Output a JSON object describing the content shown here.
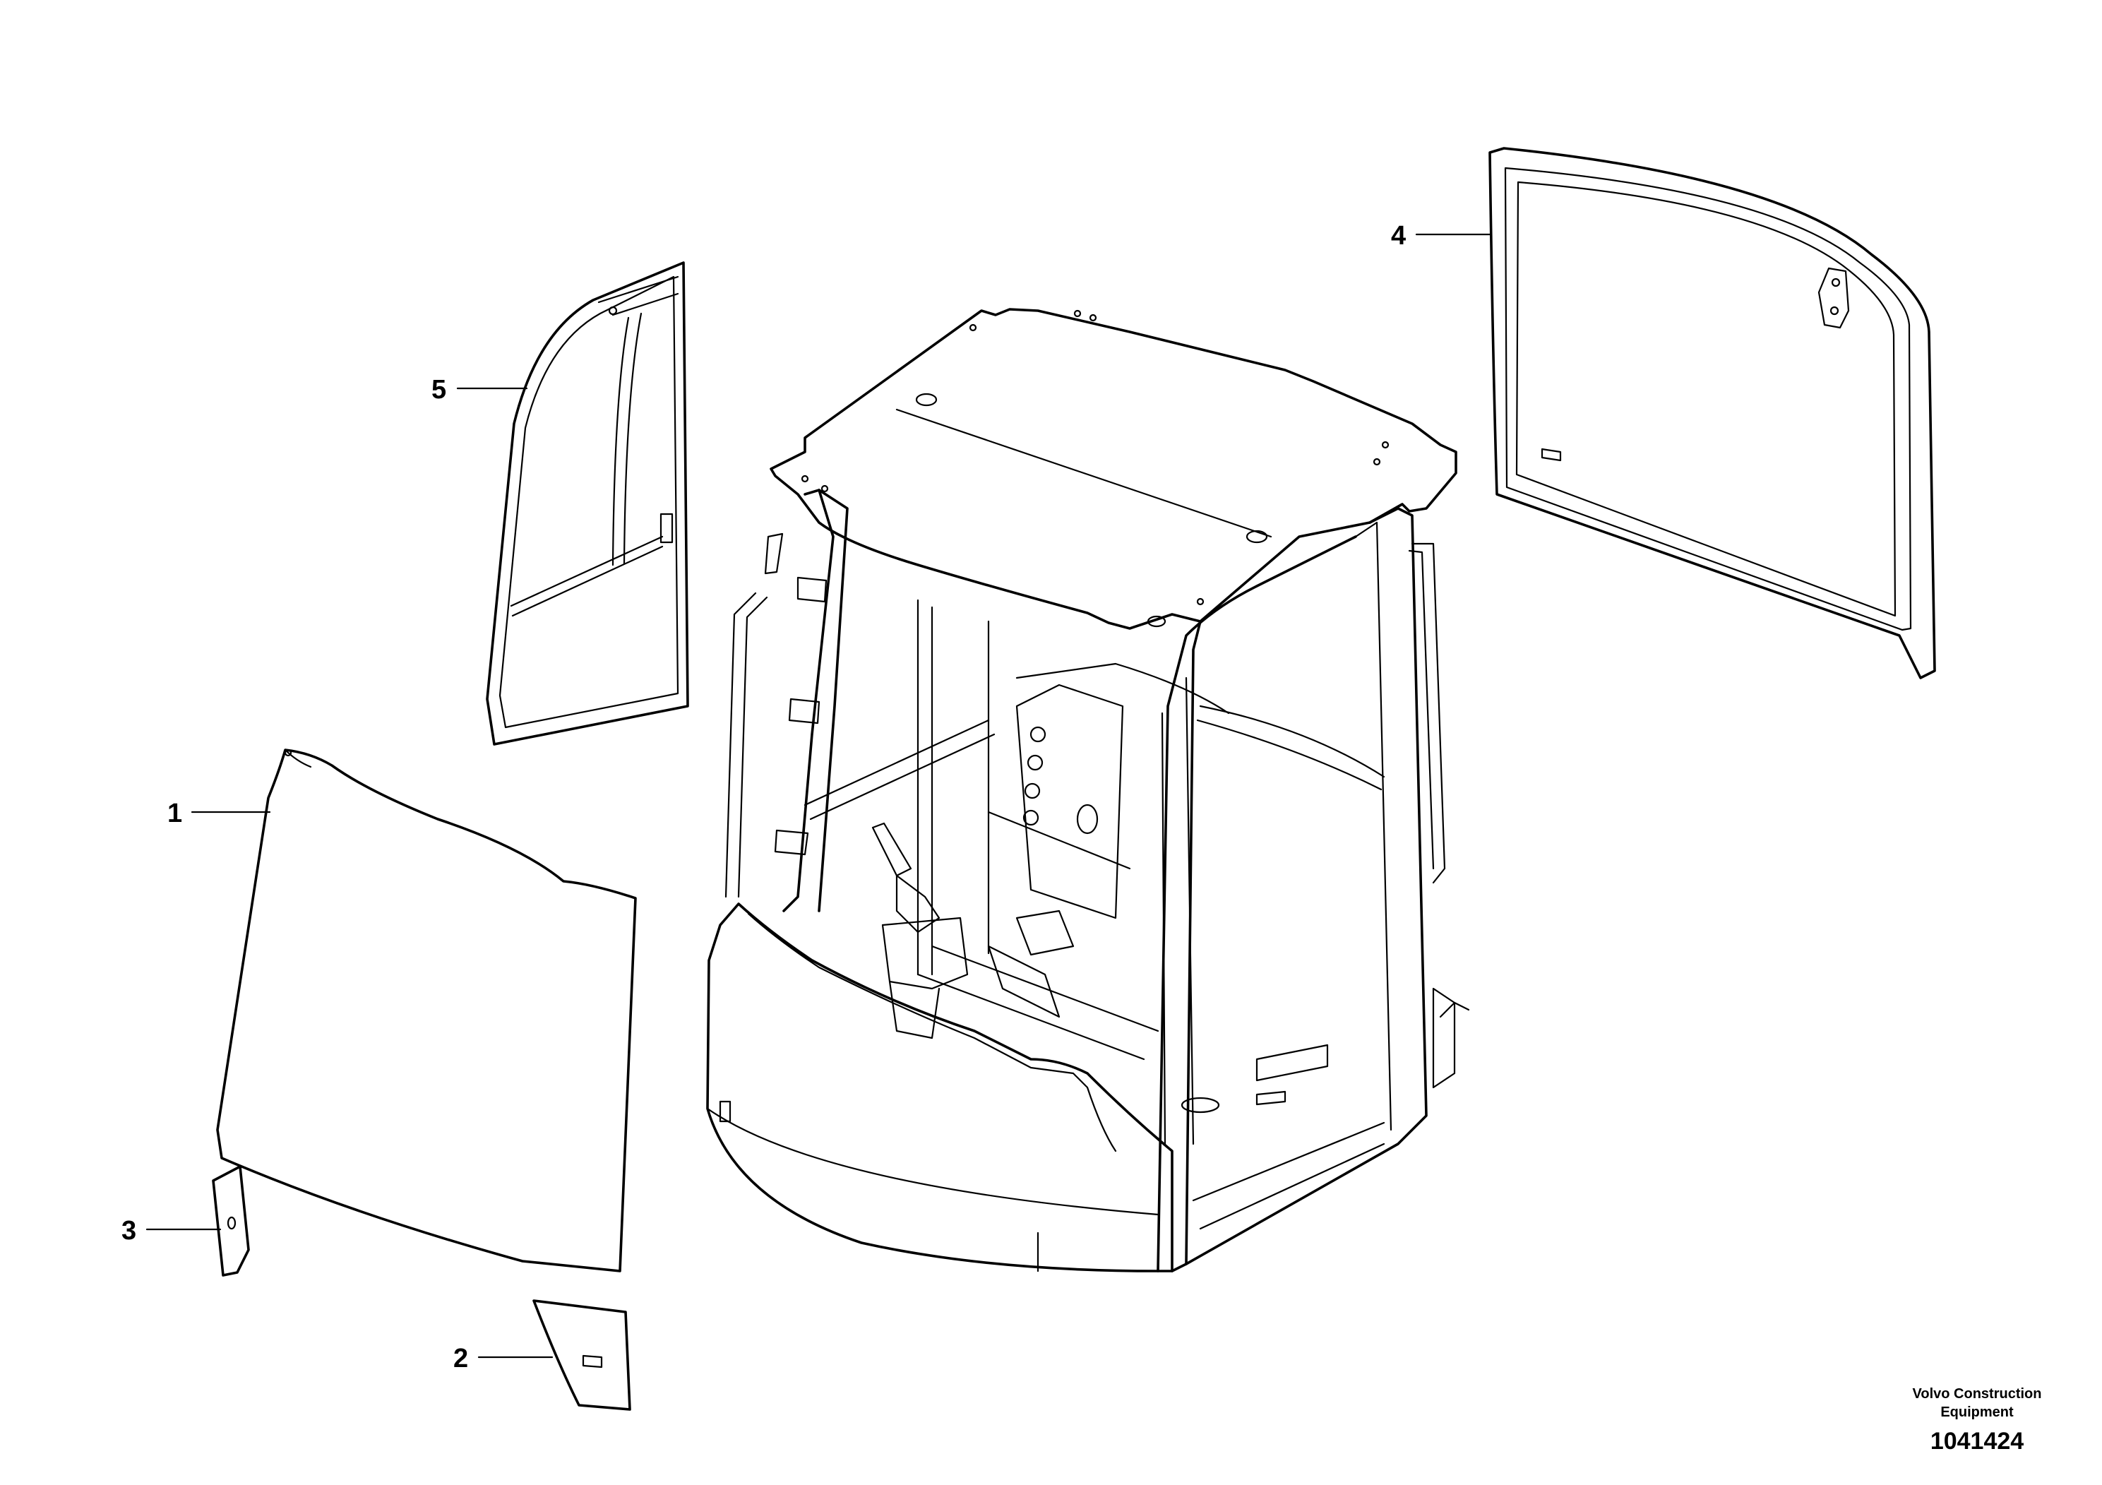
{
  "callouts": {
    "item1": "1",
    "item2": "2",
    "item3": "3",
    "item4": "4",
    "item5": "5"
  },
  "footer": {
    "company_line1": "Volvo Construction",
    "company_line2": "Equipment",
    "drawing_number": "1041424"
  }
}
